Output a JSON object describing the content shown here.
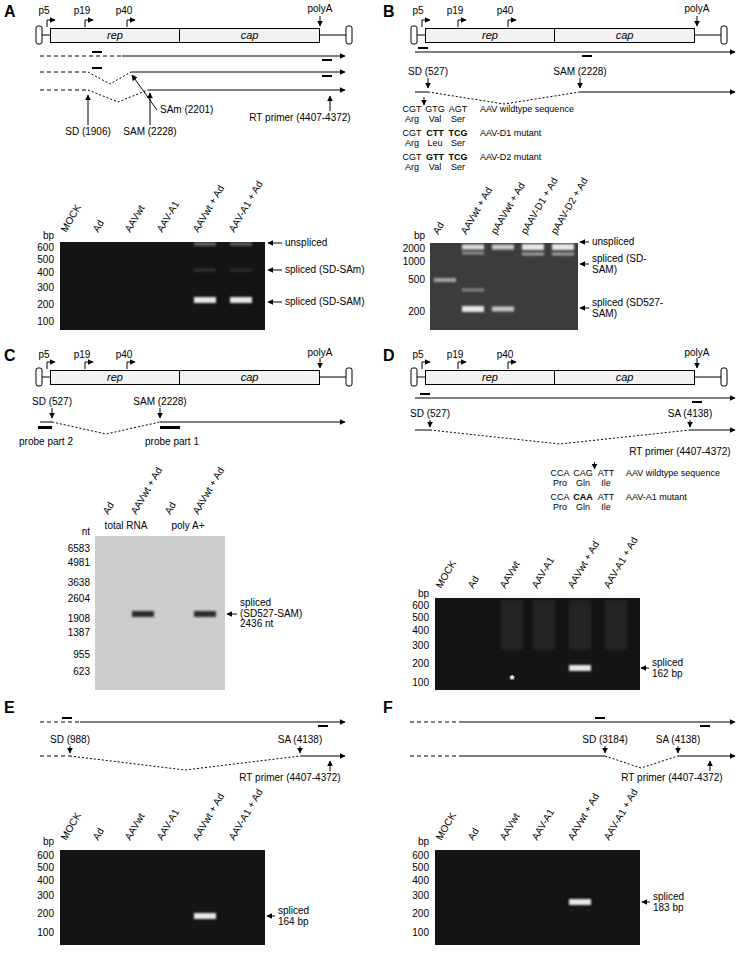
{
  "diagram": {
    "nodes": [
      {
        "text": [
          "rep"
        ]
      },
      {
        "text": [
          "cap"
        ]
      },
      {
        "text": [
          "rep"
        ]
      },
      {
        "text": [
          "cap"
        ]
      },
      {
        "text": [
          "rep"
        ]
      },
      {
        "text": [
          "cap"
        ]
      },
      {
        "text": [
          "rep"
        ]
      },
      {
        "text": [
          "cap"
        ]
      }
    ],
    "labels": [
      "A",
      "p5",
      "p19",
      "p40",
      "polyA",
      "SD (1906)",
      "SAm (2201)",
      "SAM (2228)",
      "RT primer (4407-4372)",
      "MOCK",
      "Ad",
      "AAVwt",
      "AAV-A1",
      "AAVwt + Ad",
      "AAV-A1 + Ad",
      "bp",
      "600",
      "500",
      "400",
      "300",
      "200",
      "100",
      "unspliced",
      "spliced (SD-SAm)",
      "spliced (SD-SAM)",
      "B",
      "p5",
      "p19",
      "p40",
      "polyA",
      "SD (527)",
      "SAM (2228)",
      "CGT",
      "GTG",
      "AGT",
      "AAV wildtype sequence",
      "Arg",
      "Val",
      "Ser",
      "CGT",
      "CTT",
      "TCG",
      "AAV-D1 mutant",
      "Arg",
      "Leu",
      "Ser",
      "CGT",
      "GTT",
      "TCG",
      "AAV-D2 mutant",
      "Arg",
      "Val",
      "Ser",
      "Ad",
      "AAVwt + Ad",
      "pAAVwt + Ad",
      "pAAV-D1 + Ad",
      "pAAV-D2 + Ad",
      "bp",
      "2000",
      "1000",
      "500",
      "200",
      "unspliced",
      "spliced (SD-SAM)",
      "spliced (SD527-SAM)",
      "C",
      "p5",
      "p19",
      "p40",
      "polyA",
      "SD (527)",
      "SAM (2228)",
      "probe part 2",
      "probe part 1",
      "Ad",
      "AAVwt + Ad",
      "Ad",
      "AAVwt + Ad",
      "total RNA",
      "poly A+",
      "nt",
      "6583",
      "4981",
      "3638",
      "2604",
      "1908",
      "1387",
      "955",
      "623",
      "spliced (SD527-SAM) 2436 nt",
      "D",
      "p5",
      "p19",
      "p40",
      "polyA",
      "SD (527)",
      "SA (4138)",
      "RT primer (4407-4372)",
      "CCA",
      "CAG",
      "ATT",
      "AAV wildtype sequence",
      "Pro",
      "Gln",
      "Ile",
      "CCA",
      "CAA",
      "ATT",
      "AAV-A1 mutant",
      "Pro",
      "Gln",
      "Ile",
      "MOCK",
      "Ad",
      "AAVwt",
      "AAV-A1",
      "AAVwt + Ad",
      "AAV-A1 + Ad",
      "bp",
      "600",
      "500",
      "400",
      "300",
      "200",
      "100",
      "*",
      "spliced 162 bp",
      "E",
      "SD (988)",
      "SA (4138)",
      "RT primer (4407-4372)",
      "MOCK",
      "Ad",
      "AAVwt",
      "AAV-A1",
      "AAVwt + Ad",
      "AAV-A1 + Ad",
      "bp",
      "600",
      "500",
      "400",
      "300",
      "200",
      "100",
      "spliced 164 bp",
      "F",
      "SD (3184)",
      "SA (4138)",
      "RT primer (4407-4372)",
      "MOCK",
      "Ad",
      "AAVwt",
      "AAV-A1",
      "AAVwt + Ad",
      "AAV-A1 + Ad",
      "bp",
      "600",
      "500",
      "400",
      "300",
      "200",
      "100",
      "spliced 183 bp"
    ]
  }
}
